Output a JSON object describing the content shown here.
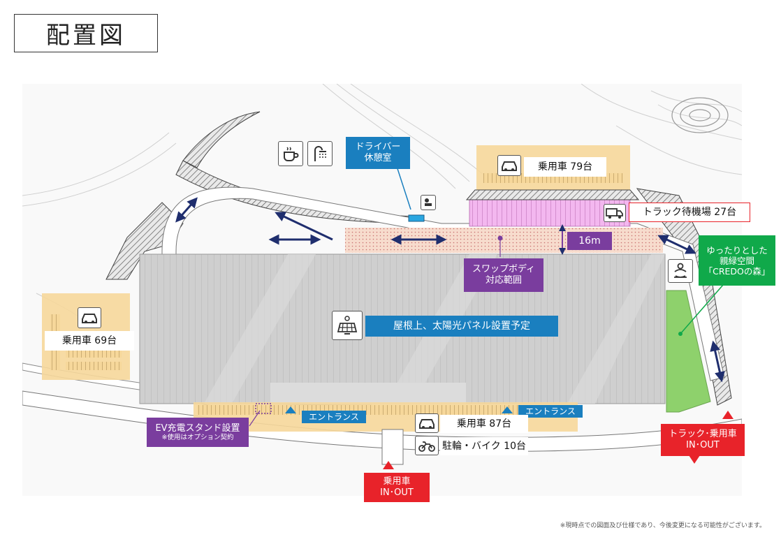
{
  "title": "配置図",
  "labels": {
    "driver_rest": "ドライバー\n休憩室",
    "parking_79": "乗用車 79台",
    "truck_wait": "トラック待機場 27台",
    "width_16m": "16m",
    "swap_body": "スワップボディ\n対応範囲",
    "forest": "ゆったりとした\n親緑空間\n「CREDOの森」",
    "parking_69": "乗用車 69台",
    "solar": "屋根上、太陽光パネル設置予定",
    "entrance_left": "エントランス",
    "entrance_right": "エントランス",
    "parking_87": "乗用車 87台",
    "bike_10": "駐輪・バイク 10台",
    "ev_title": "EV充電スタンド設置",
    "ev_note": "※使用はオプション契約",
    "car_inout": "乗用車\nIN･OUT",
    "truck_inout": "トラック･乗用車\nIN･OUT"
  },
  "footnote": "※現時点での図面及び仕様であり、今後変更になる可能性がございます。",
  "icons": [
    "coffee-icon",
    "shower-icon",
    "car-icon",
    "truck-icon",
    "person-relax-icon",
    "solar-panel-icon",
    "motorcycle-icon",
    "ev-charger-icon"
  ],
  "colors": {
    "blue_label": "#1a7fbf",
    "purple_label": "#7a3d9e",
    "green_label": "#10a94a",
    "red_label": "#e8232a",
    "parking_area": "#f6d79a",
    "truck_area": "#f3b7ef",
    "swap_area": "#f7dccd",
    "forest_area": "#8ed16c",
    "building": "#cfcfcf",
    "arrow": "#1f2e6e"
  }
}
